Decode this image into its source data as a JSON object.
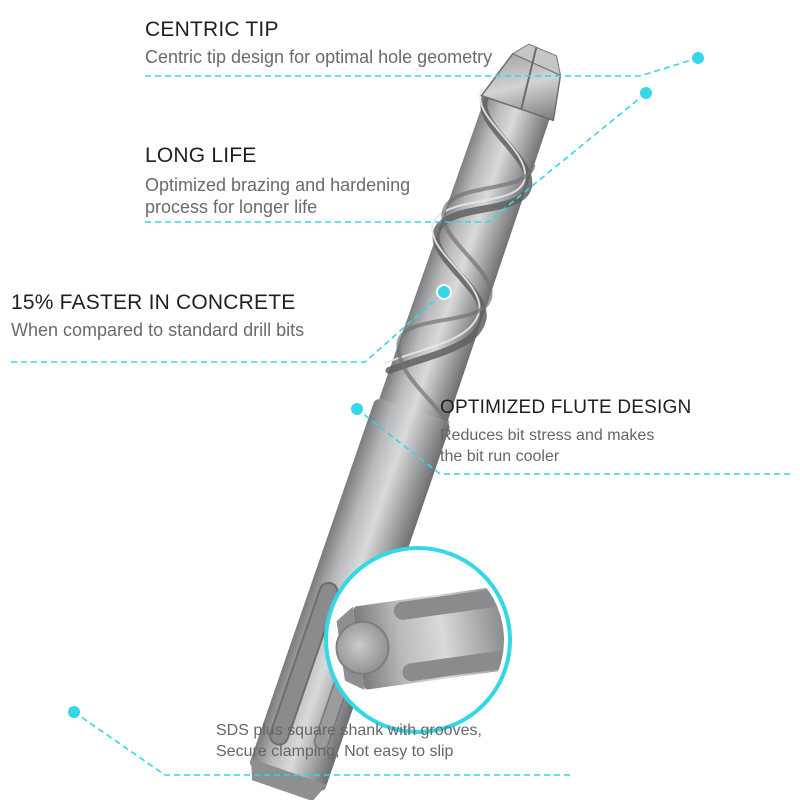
{
  "features": [
    {
      "title": "CENTRIC TIP",
      "description": [
        "Centric tip design for optimal hole geometry"
      ]
    },
    {
      "title": "LONG LIFE",
      "description": [
        "Optimized brazing and hardening",
        "process for longer life"
      ]
    },
    {
      "title": "15% FASTER IN CONCRETE",
      "description": [
        "When compared to standard drill bits"
      ]
    },
    {
      "title": "OPTIMIZED FLUTE DESIGN",
      "description": [
        "Reduces bit stress and makes",
        "the bit run cooler"
      ]
    },
    {
      "title": "",
      "description": [
        "SDS plus square shank with grooves,",
        "Secure clamping, Not easy to slip"
      ]
    }
  ],
  "colors": {
    "accent": "#35d6e6",
    "metal": "#a9aaab",
    "metal_dark": "#6f7071",
    "metal_light": "#d6d7d8",
    "title_text": "#1f1f1f",
    "body_text": "#6a6a6a"
  },
  "icons": [
    "drill-bit-image",
    "shank-end-closeup-image"
  ]
}
